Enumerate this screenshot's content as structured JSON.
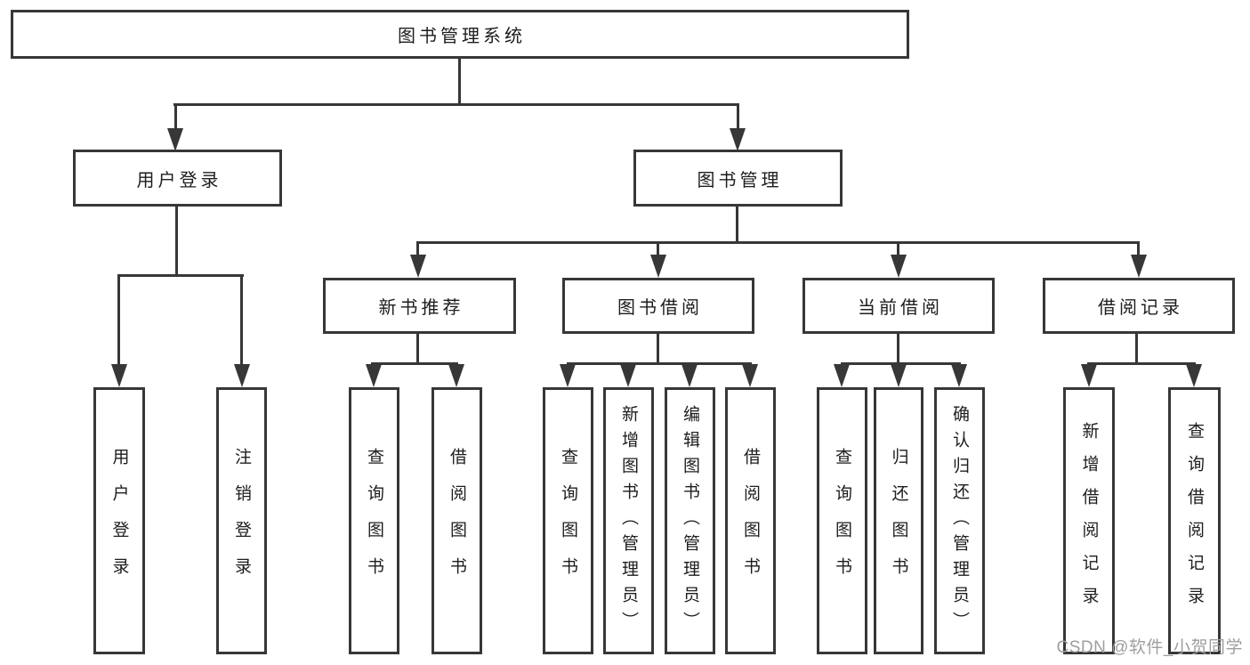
{
  "title": "图书管理系统",
  "nodes": {
    "root": "图书管理系统",
    "user_login": "用户登录",
    "book_mgmt": "图书管理",
    "new_book_rec": "新书推荐",
    "book_borrow": "图书借阅",
    "current_borrow": "当前借阅",
    "borrow_records": "借阅记录",
    "leaf_user_login": "用户登录",
    "leaf_logout": "注销登录",
    "leaf_query_book_rec": "查询图书",
    "leaf_borrow_book_rec": "借阅图书",
    "leaf_query_book_borrow": "查询图书",
    "leaf_add_book": "新增图书（管理员）",
    "leaf_edit_book": "编辑图书（管理员）",
    "leaf_borrow_book_borrow": "借阅图书",
    "leaf_query_book_current": "查询图书",
    "leaf_return_book": "归还图书",
    "leaf_confirm_return": "确认归还（管理员）",
    "leaf_add_borrow_record": "新增借阅记录",
    "leaf_query_borrow_record": "查询借阅记录"
  },
  "watermark": {
    "text": "CSDN @软件_小贺同学"
  },
  "colors": {
    "line": "#373737",
    "text": "#1d1d1d",
    "background": "#ffffff",
    "watermark": "#9e9e9e"
  }
}
